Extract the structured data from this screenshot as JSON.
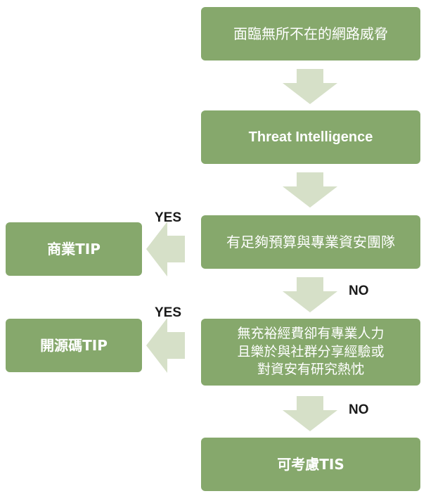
{
  "flowchart": {
    "nodes": [
      {
        "id": "box-1",
        "text": "面臨無所不在的網路威脅"
      },
      {
        "id": "box-2",
        "text": "Threat Intelligence"
      },
      {
        "id": "box-3",
        "text": "有足夠預算與專業資安團隊"
      },
      {
        "id": "box-4",
        "text": "無充裕經費卻有專業人力\n且樂於與社群分享經驗或\n對資安有研究熱忱"
      },
      {
        "id": "box-5",
        "text": "可考慮TIS"
      },
      {
        "id": "box-left-1",
        "text": "商業TIP"
      },
      {
        "id": "box-left-2",
        "text": "開源碼TIP"
      }
    ],
    "edges": [
      {
        "from": "box-1",
        "to": "box-2",
        "label": ""
      },
      {
        "from": "box-2",
        "to": "box-3",
        "label": ""
      },
      {
        "from": "box-3",
        "to": "box-left-1",
        "label": "YES"
      },
      {
        "from": "box-3",
        "to": "box-4",
        "label": "NO"
      },
      {
        "from": "box-4",
        "to": "box-left-2",
        "label": "YES"
      },
      {
        "from": "box-4",
        "to": "box-5",
        "label": "NO"
      }
    ]
  },
  "colors": {
    "box_fill": "#86a86c",
    "box_text": "#ffffff",
    "arrow_fill": "#d6e0c8",
    "label_text": "#1a1a1a"
  }
}
